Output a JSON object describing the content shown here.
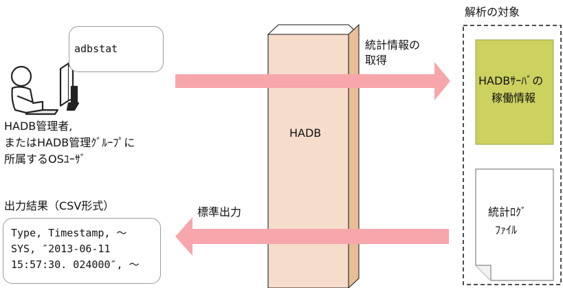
{
  "command_bubble": {
    "text": "adbstat"
  },
  "user": {
    "icon": "admin-at-computer-icon",
    "label_lines": [
      "HADB管理者,",
      "またはHADB管理ｸﾞﾙｰﾌﾟに",
      "所属するOSﾕｰｻﾞ"
    ]
  },
  "server": {
    "label": "HADB",
    "colors": {
      "face": "#f6dccb",
      "side": "#e8bd97",
      "edge": "#111111"
    }
  },
  "arrow_in": {
    "label_lines": [
      "統計情報の",
      "取得"
    ],
    "color": "#f7a6ab"
  },
  "arrow_out": {
    "label": "標準出力",
    "color": "#f7a6ab"
  },
  "analysis_target": {
    "title": "解析の対象",
    "live_box": {
      "lines": [
        "HADBｻｰﾊﾞの",
        "稼働情報"
      ],
      "color": "#ccd15f"
    },
    "log_file": {
      "lines": [
        "統計ﾛｸﾞ",
        "ﾌｧｲﾙ"
      ]
    }
  },
  "output": {
    "title": "出力結果（CSV形式）",
    "lines": [
      "Type, Timestamp, ～",
      "SYS, ″2013-06-11",
      "15:57:30. 024000″, ～"
    ]
  }
}
